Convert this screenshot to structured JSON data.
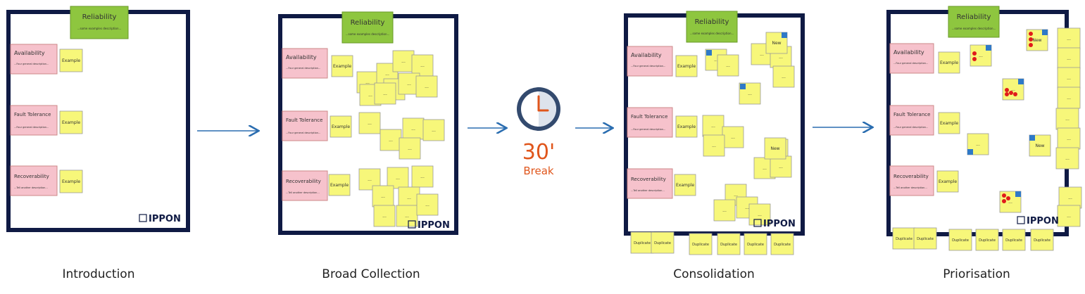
{
  "stages": [
    {
      "id": "introduction",
      "caption": "Introduction",
      "header": {
        "title": "Reliability",
        "desc": "...some examples description..."
      },
      "categories": [
        {
          "title": "Availability",
          "desc": "...Four general description..."
        },
        {
          "title": "Fault Tolerance",
          "desc": "...Four general description..."
        },
        {
          "title": "Recoverability",
          "desc": "...Tell another description..."
        }
      ],
      "example_label": "Example",
      "logo": "IPPON"
    },
    {
      "id": "broad-collection",
      "caption": "Broad Collection",
      "header": {
        "title": "Reliability",
        "desc": "...some examples description..."
      },
      "categories": [
        {
          "title": "Availability",
          "desc": "...Four general description..."
        },
        {
          "title": "Fault Tolerance",
          "desc": "...Four general description..."
        },
        {
          "title": "Recoverability",
          "desc": "...Tell another description..."
        }
      ],
      "example_label": "Example",
      "note_label": "...",
      "logo": "IPPON"
    },
    {
      "id": "consolidation",
      "caption": "Consolidation",
      "header": {
        "title": "Reliability",
        "desc": "...some examples description..."
      },
      "categories": [
        {
          "title": "Availability",
          "desc": "...Four general description..."
        },
        {
          "title": "Fault Tolerance",
          "desc": "...Four general description..."
        },
        {
          "title": "Recoverability",
          "desc": "...Tell another description..."
        }
      ],
      "example_label": "Example",
      "note_label": "...",
      "new_label": "New",
      "duplicate_label": "Duplicate",
      "logo": "IPPON"
    },
    {
      "id": "priorisation",
      "caption": "Priorisation",
      "header": {
        "title": "Reliability",
        "desc": "...some examples description..."
      },
      "categories": [
        {
          "title": "Availability",
          "desc": "...Four general description..."
        },
        {
          "title": "Fault Tolerance",
          "desc": "...Four general description..."
        },
        {
          "title": "Recoverability",
          "desc": "...Tell another description..."
        }
      ],
      "example_label": "Example",
      "note_label": "...",
      "new_label": "New",
      "duplicate_label": "Duplicate",
      "logo": "IPPON"
    }
  ],
  "break": {
    "duration": "30'",
    "label": "Break"
  },
  "colors": {
    "board_border": "#0f1a44",
    "sticky_yellow": "#f7f77a",
    "sticky_pink": "#f6c2cc",
    "sticky_green": "#8ec63f",
    "arrow": "#2a6db0",
    "break_text": "#e0561c",
    "dot_red": "#e01b1b",
    "tag_blue": "#2f79c7"
  }
}
